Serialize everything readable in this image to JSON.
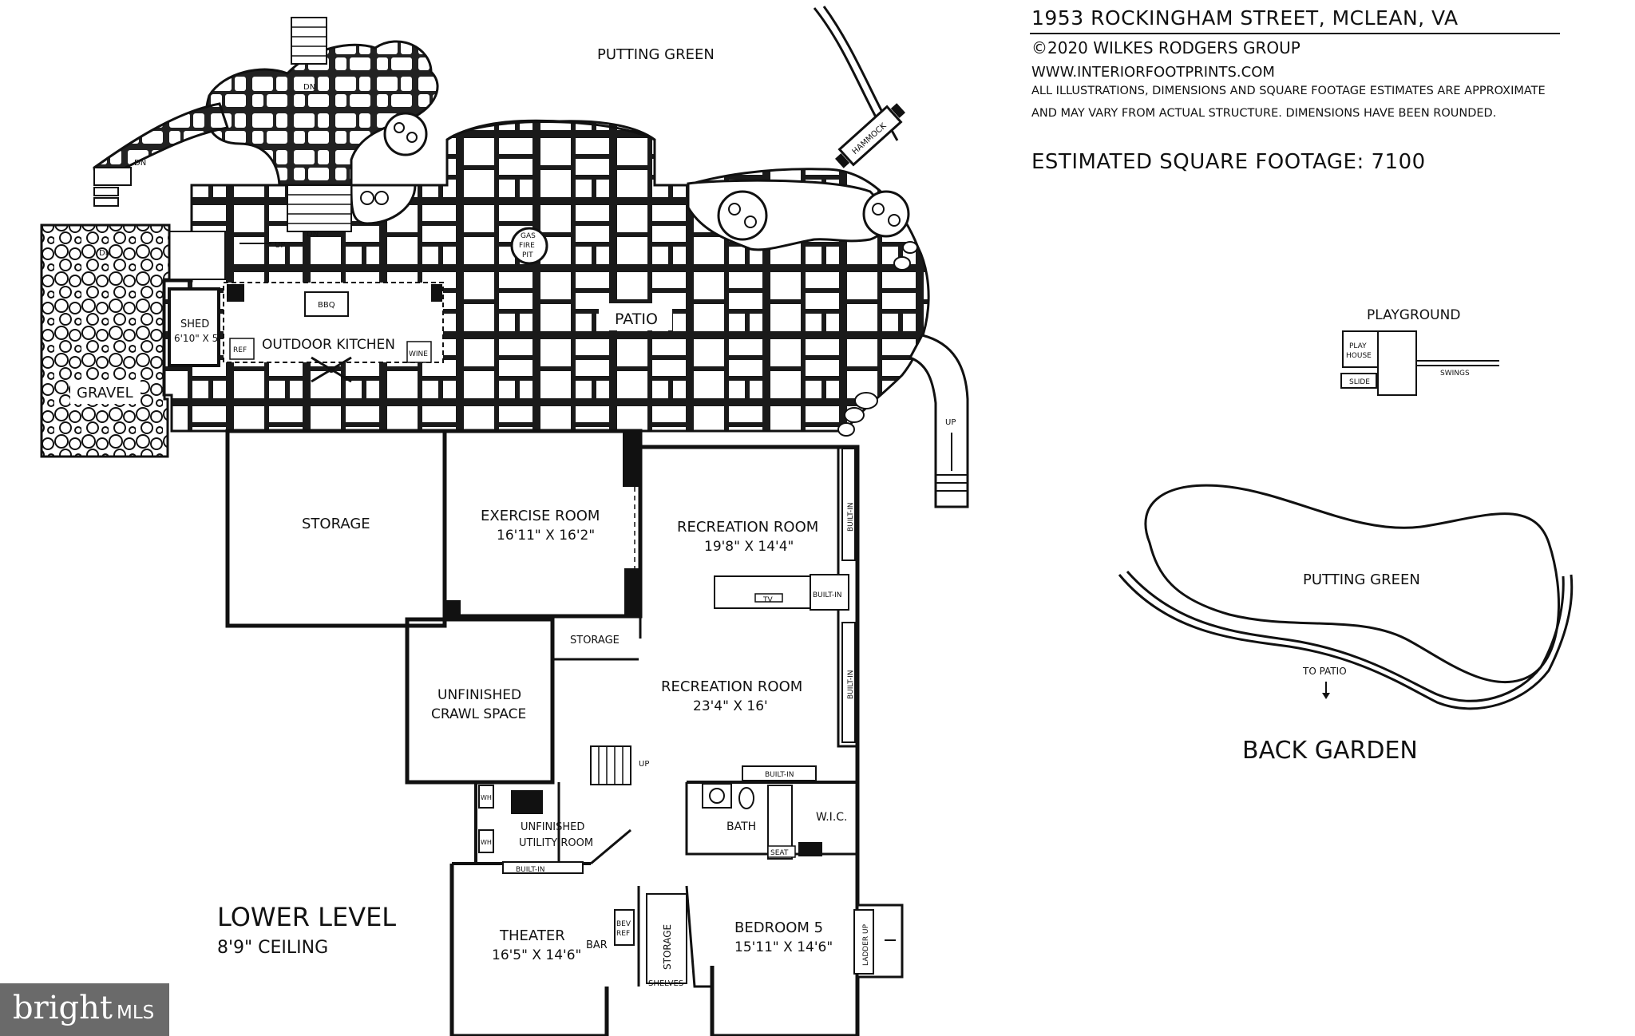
{
  "header": {
    "address": "1953 ROCKINGHAM STREET, MCLEAN, VA",
    "copyright": "©2020 WILKES RODGERS GROUP",
    "website": "WWW.INTERIORFOOTPRINTS.COM",
    "disclaimer_1": "ALL ILLUSTRATIONS, DIMENSIONS AND SQUARE FOOTAGE ESTIMATES ARE APPROXIMATE",
    "disclaimer_2": "AND MAY VARY FROM ACTUAL STRUCTURE. DIMENSIONS HAVE BEEN ROUNDED.",
    "sqft": "ESTIMATED SQUARE FOOTAGE: 7100"
  },
  "level": {
    "name": "LOWER LEVEL",
    "ceiling": "8'9\" CEILING"
  },
  "rooms": {
    "storage_main": "STORAGE",
    "exercise_name": "EXERCISE ROOM",
    "exercise_dim": "16'11\" X 16'2\"",
    "rec1_name": "RECREATION ROOM",
    "rec1_dim": "19'8\" X 14'4\"",
    "rec2_name": "RECREATION ROOM",
    "rec2_dim": "23'4\" X 16'",
    "storage_small": "STORAGE",
    "crawl_1": "UNFINISHED",
    "crawl_2": "CRAWL SPACE",
    "utility_1": "UNFINISHED",
    "utility_2": "UTILITY ROOM",
    "theater_name": "THEATER",
    "theater_dim": "16'5\" X 14'6\"",
    "bar": "BAR",
    "bev_ref_1": "BEV",
    "bev_ref_2": "REF",
    "storage_vertical": "STORAGE",
    "shelves": "SHELVES",
    "bedroom_name": "BEDROOM 5",
    "bedroom_dim": "15'11\" X 14'6\"",
    "bath": "BATH",
    "wic": "W.I.C.",
    "seat": "SEAT",
    "ladder_up": "LADDER UP",
    "built_in": "BUILT-IN",
    "tv": "TV",
    "wh": "WH",
    "up": "UP",
    "dn": "DN"
  },
  "outdoor": {
    "putting_green": "PUTTING GREEN",
    "patio": "PATIO",
    "gas_1": "GAS",
    "gas_2": "FIRE",
    "gas_3": "PIT",
    "outdoor_kitchen": "OUTDOOR KITCHEN",
    "bbq": "BBQ",
    "ref": "REF",
    "wine": "WINE",
    "shed_name": "SHED",
    "shed_dim": "6'10\" X 5'",
    "gravel": "GRAVEL",
    "hammock": "HAMMOCK"
  },
  "back_garden": {
    "title": "BACK GARDEN",
    "playground": "PLAYGROUND",
    "play_1": "PLAY",
    "play_2": "HOUSE",
    "slide": "SLIDE",
    "swings": "SWINGS",
    "putting_green": "PUTTING GREEN",
    "to_patio": "TO PATIO"
  },
  "badge": {
    "brand": "bright",
    "mls": "MLS",
    "bg_color": "#6a6a6a"
  }
}
